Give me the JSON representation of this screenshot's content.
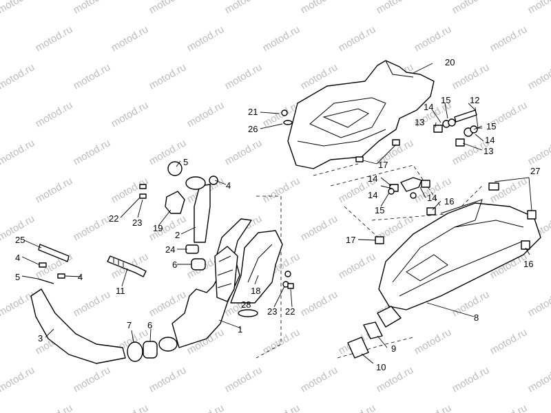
{
  "watermark": "motod.ru",
  "colors": {
    "line": "#000000",
    "watermark": "#bcbcbc",
    "background": "#ffffff"
  },
  "callouts": {
    "n20": "20",
    "n21": "21",
    "n26": "26",
    "n17a": "17",
    "n14a": "14",
    "n13a": "13",
    "n15a": "15",
    "n12": "12",
    "n15b": "15",
    "n14b": "14",
    "n13b": "13",
    "n14c": "14",
    "n14d": "14",
    "n15c": "15",
    "n14e": "14",
    "n16a": "16",
    "n27": "27",
    "n16b": "16",
    "n17b": "17",
    "n8": "8",
    "n9": "9",
    "n10": "10",
    "n5a": "5",
    "n4a": "4",
    "n22a": "22",
    "n23a": "23",
    "n19": "19",
    "n2": "2",
    "n24": "24",
    "n6a": "6",
    "n25": "25",
    "n4b": "4",
    "n5b": "5",
    "n4c": "4",
    "n11": "11",
    "n3": "3",
    "n7": "7",
    "n6b": "6",
    "n1": "1",
    "n18": "18",
    "n28": "28",
    "n23b": "23",
    "n22b": "22"
  }
}
